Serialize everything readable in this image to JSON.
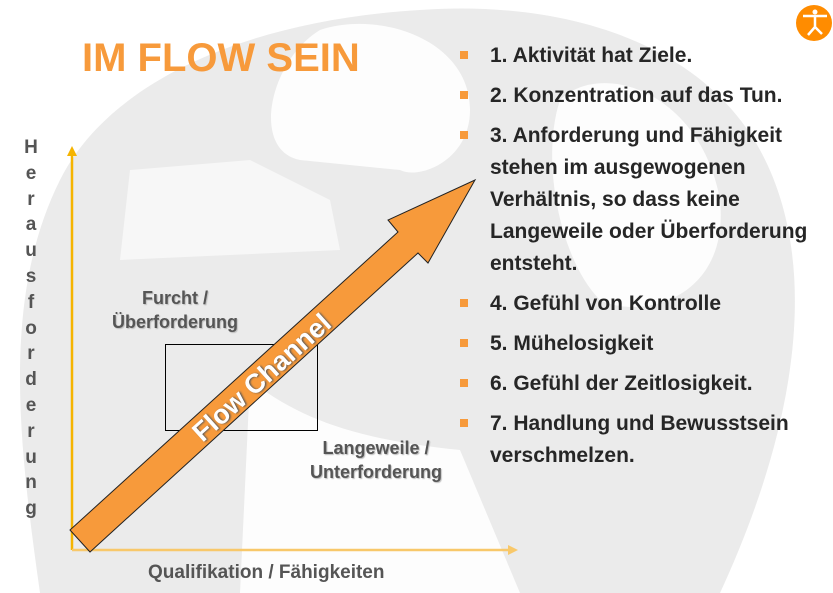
{
  "title": "IM FLOW SEIN",
  "logo": {
    "icon": "yoga-figure-logo",
    "color": "#ff8c00"
  },
  "diagram": {
    "y_axis_label": [
      "H",
      "e",
      "r",
      "a",
      "u",
      "s",
      "f",
      "o",
      "r",
      "d",
      "e",
      "r",
      "u",
      "n",
      "g"
    ],
    "x_axis_label": "Qualifikation / Fähigkeiten",
    "upper_region": [
      "Furcht /",
      "Überforderung"
    ],
    "lower_region": [
      "Langeweile /",
      "Unterforderung"
    ],
    "arrow_label": "Flow Channel",
    "colors": {
      "arrow": "#f79a3b",
      "axis": "#f8c86a",
      "accent": "#f79a3b"
    }
  },
  "list": [
    "1. Aktivität hat Ziele.",
    "2. Konzentration auf das Tun.",
    "3. Anforderung und Fähigkeit stehen im ausgewogenen Verhältnis, so dass keine Langeweile oder Überforderung entsteht.",
    "4. Gefühl von Kontrolle",
    "5. Mühelosigkeit",
    "6. Gefühl der Zeitlosigkeit.",
    "7. Handlung und Bewusstsein verschmelzen."
  ]
}
